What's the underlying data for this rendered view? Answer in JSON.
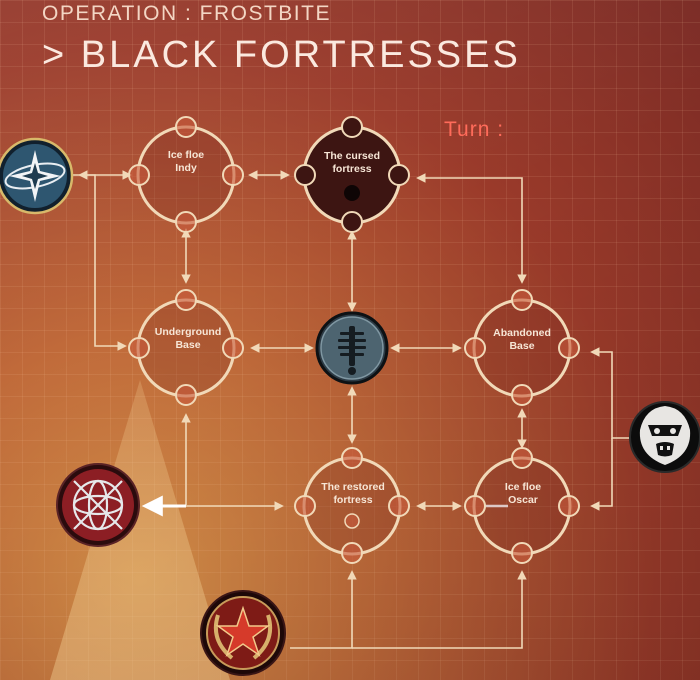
{
  "header": {
    "operation": "OPERATION : FROSTBITE",
    "title_prefix": ">",
    "title": "BLACK FORTRESSES"
  },
  "turn_label": "Turn :",
  "nodes": {
    "ice_floe_indy": [
      "Ice floe",
      "Indy"
    ],
    "cursed_fortress": [
      "The cursed",
      "fortress"
    ],
    "underground_base": [
      "Underground",
      "Base"
    ],
    "abandoned_base": [
      "Abandoned",
      "Base"
    ],
    "restored_fortress": [
      "The restored",
      "fortress"
    ],
    "ice_floe_oscar": [
      "Ice floe",
      "Oscar"
    ]
  },
  "factions": [
    {
      "id": "compass",
      "icon": "compass-star-icon"
    },
    {
      "id": "crosshair",
      "icon": "crosshair-sphere-icon"
    },
    {
      "id": "gorilla",
      "icon": "gorilla-head-icon"
    },
    {
      "id": "red-star",
      "icon": "red-star-wreath-icon"
    },
    {
      "id": "central",
      "icon": "alien-glyph-icon"
    }
  ],
  "colors": {
    "line": "#f1d9b8",
    "node_fill": "#fbe3c6",
    "cursed_fill": "#3d1512",
    "title_accent": "#ff6b5a"
  }
}
